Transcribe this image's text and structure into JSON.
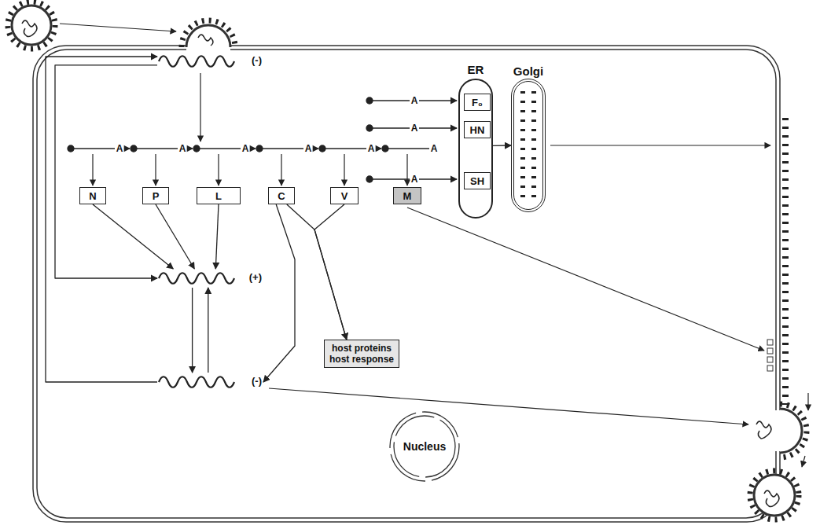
{
  "diagram": {
    "nodes": [
      {
        "text": [
          "(-)"
        ]
      },
      {
        "text": [
          "ER"
        ]
      },
      {
        "text": [
          "F₀"
        ],
        "in": 1
      },
      {
        "text": [
          "HN"
        ],
        "in": 1
      },
      {
        "text": [
          "SH"
        ],
        "in": 1
      },
      {
        "text": [
          "Golgi"
        ]
      },
      {
        "text": [
          "N"
        ]
      },
      {
        "text": [
          "P"
        ]
      },
      {
        "text": [
          "L"
        ]
      },
      {
        "text": [
          "C"
        ]
      },
      {
        "text": [
          "V"
        ]
      },
      {
        "text": [
          "M"
        ]
      },
      {
        "text": [
          "(+)"
        ]
      },
      {
        "text": [
          "host proteins host response"
        ]
      },
      {
        "text": [
          "(-)"
        ]
      },
      {
        "text": [
          "Nucleus"
        ]
      }
    ],
    "edges": [
      {
        "from": 6,
        "to": 12,
        "arrow": "to"
      },
      {
        "from": 7,
        "to": 12,
        "arrow": "to"
      },
      {
        "from": 8,
        "to": 12,
        "arrow": "to"
      },
      {
        "from": 0,
        "to": 12,
        "arrow": "to"
      },
      {
        "from": 12,
        "to": 14,
        "arrow": "to"
      },
      {
        "from": 14,
        "to": 12,
        "arrow": "to"
      },
      {
        "from": 9,
        "to": 14,
        "arrow": "to"
      },
      {
        "from": 9,
        "to": 13,
        "arrow": "to"
      },
      {
        "from": 10,
        "to": 13,
        "arrow": "to"
      },
      {
        "from": 14,
        "to": 0,
        "arrow": "to"
      },
      {
        "from": 1,
        "to": 5,
        "arrow": "to"
      }
    ],
    "labels": [
      "A",
      "A",
      "A",
      "A",
      "A",
      "A",
      "A",
      "A",
      "A"
    ]
  }
}
